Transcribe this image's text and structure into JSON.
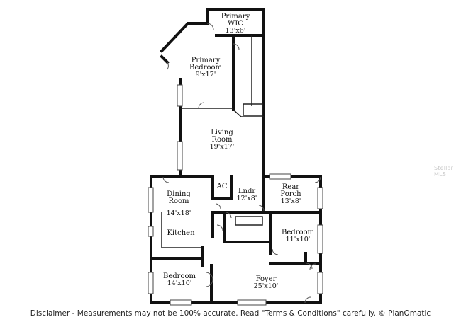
{
  "rooms": {
    "primary_wic": {
      "name_line1": "Primary",
      "name_line2": "WIC",
      "dims": "13'x6'"
    },
    "primary_bedroom": {
      "name_line1": "Primary",
      "name_line2": "Bedroom",
      "dims": "9'x17'"
    },
    "living_room": {
      "name_line1": "Living",
      "name_line2": "Room",
      "dims": "19'x17'"
    },
    "ac": {
      "name": "AC"
    },
    "laundry": {
      "name": "Lndr",
      "dims": "12'x8'"
    },
    "rear_porch": {
      "name_line1": "Rear",
      "name_line2": "Porch",
      "dims": "13'x8'"
    },
    "dining_room": {
      "name_line1": "Dining",
      "name_line2": "Room",
      "dims": "14'x18'"
    },
    "kitchen": {
      "name": "Kitchen"
    },
    "bedroom_right": {
      "name": "Bedroom",
      "dims": "11'x10'"
    },
    "bedroom_left": {
      "name": "Bedroom",
      "dims": "14'x10'"
    },
    "foyer": {
      "name": "Foyer",
      "dims": "25'x10'"
    }
  },
  "disclaimer": "Disclaimer - Measurements may not be 100% accurate. Read \"Terms & Conditions\" carefully. © PlanOmatic",
  "watermark": "Stellar MLS"
}
